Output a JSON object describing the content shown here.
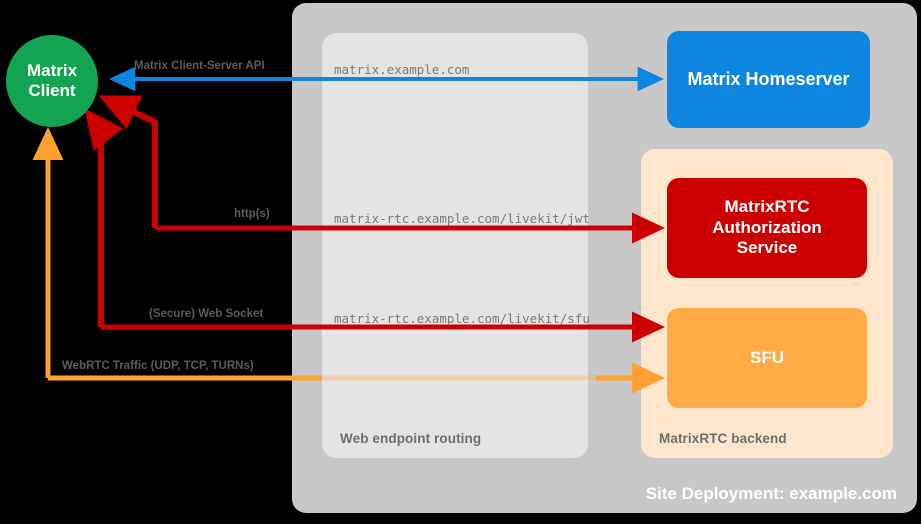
{
  "diagram": {
    "title": "Site Deployment: example.com",
    "zones": [
      {
        "id": "site",
        "label": "Site Deployment: example.com",
        "color": "#C8C8C8"
      },
      {
        "id": "routing",
        "label": "Web endpoint routing",
        "color": "#E4E4E4"
      },
      {
        "id": "backend",
        "label": "MatrixRTC backend",
        "color": "#FDE6CC"
      }
    ],
    "nodes": {
      "client": {
        "line1": "Matrix",
        "line2": "Client",
        "color": "#13A452"
      },
      "homeserver": {
        "label": "Matrix Homeserver",
        "color": "#0C86E0"
      },
      "auth": {
        "line1": "MatrixRTC",
        "line2": "Authorization",
        "line3": "Service",
        "color": "#CC0000"
      },
      "sfu": {
        "label": "SFU",
        "color": "#FFAA44"
      }
    },
    "edges": [
      {
        "id": "cs-api",
        "label": "Matrix Client-Server API",
        "endpoint": "matrix.example.com",
        "color": "#0C86E0"
      },
      {
        "id": "jwt",
        "label": "http(s)",
        "endpoint": "matrix-rtc.example.com/livekit/jwt",
        "color": "#CC0000"
      },
      {
        "id": "ws",
        "label": "(Secure) Web Socket",
        "endpoint": "matrix-rtc.example.com/livekit/sfu",
        "color": "#CC0000"
      },
      {
        "id": "webrtc",
        "label": "WebRTC Traffic (UDP, TCP, TURNs)",
        "endpoint": "",
        "color": "#FFA033"
      }
    ]
  }
}
